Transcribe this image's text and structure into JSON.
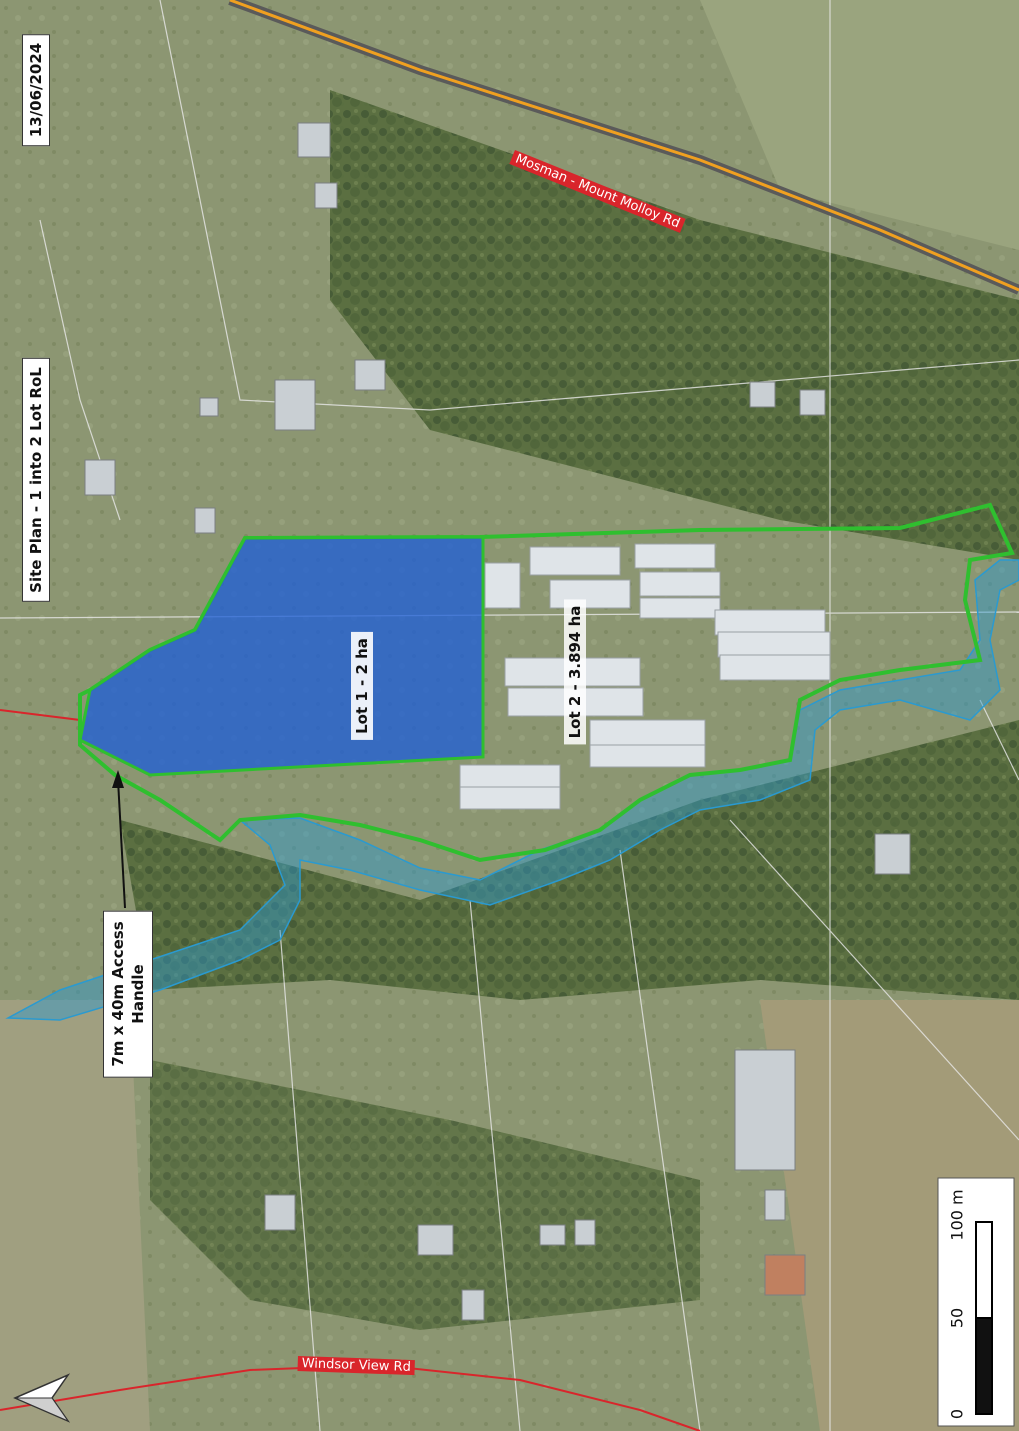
{
  "map": {
    "title": "Site Plan - 1 into 2 Lot RoL",
    "date": "13/06/2024",
    "lot1_label": "Lot 1 - 2 ha",
    "lot2_label": "Lot 2 - 3.894 ha",
    "access_line1": "7m x 40m Access",
    "access_line2": "Handle",
    "road_north": "Mosman - Mount Molloy Rd",
    "road_south": "Windsor View Rd",
    "scale_0": "0",
    "scale_50": "50",
    "scale_100": "100 m",
    "north_icon": "north-arrow-icon"
  },
  "colors": {
    "lot1_fill": "#1f5fd6",
    "lot2_outline": "#2fbf2f",
    "creek": "#2a9ad0",
    "road_main": "#f0a020",
    "road_minor": "#d9252b"
  }
}
